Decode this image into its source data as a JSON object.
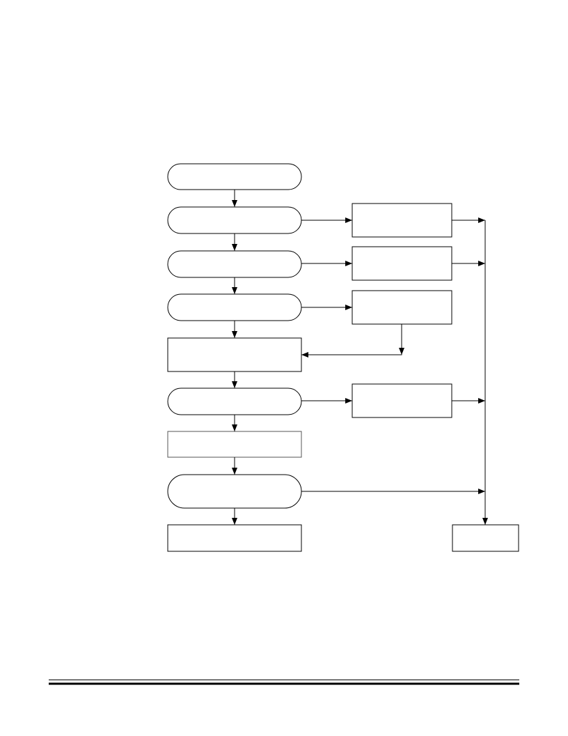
{
  "diagram": {
    "type": "flowchart",
    "main_steps": [
      {
        "id": "step-1",
        "shape": "rounded",
        "label": ""
      },
      {
        "id": "step-2",
        "shape": "rounded",
        "label": ""
      },
      {
        "id": "step-3",
        "shape": "rounded",
        "label": ""
      },
      {
        "id": "step-4",
        "shape": "rounded",
        "label": ""
      },
      {
        "id": "step-5",
        "shape": "rectangle",
        "label": ""
      },
      {
        "id": "step-6",
        "shape": "rounded",
        "label": ""
      },
      {
        "id": "step-7",
        "shape": "rectangle",
        "label": ""
      },
      {
        "id": "step-8",
        "shape": "rounded",
        "label": ""
      },
      {
        "id": "step-9",
        "shape": "rectangle",
        "label": ""
      }
    ],
    "side_boxes": [
      {
        "id": "side-1",
        "label": ""
      },
      {
        "id": "side-2",
        "label": ""
      },
      {
        "id": "side-3",
        "label": ""
      },
      {
        "id": "side-4",
        "label": ""
      }
    ],
    "terminal_box": {
      "id": "terminal",
      "label": ""
    },
    "edges": [
      {
        "from": "step-1",
        "to": "step-2"
      },
      {
        "from": "step-2",
        "to": "step-3"
      },
      {
        "from": "step-3",
        "to": "step-4"
      },
      {
        "from": "step-4",
        "to": "step-5"
      },
      {
        "from": "step-5",
        "to": "step-6"
      },
      {
        "from": "step-6",
        "to": "step-7"
      },
      {
        "from": "step-7",
        "to": "step-8"
      },
      {
        "from": "step-8",
        "to": "step-9"
      },
      {
        "from": "step-2",
        "to": "side-1"
      },
      {
        "from": "step-3",
        "to": "side-2"
      },
      {
        "from": "step-4",
        "to": "side-3"
      },
      {
        "from": "step-6",
        "to": "side-4"
      },
      {
        "from": "side-3",
        "to": "step-5"
      },
      {
        "from": "side-1",
        "to": "terminal"
      },
      {
        "from": "side-2",
        "to": "terminal"
      },
      {
        "from": "side-4",
        "to": "terminal"
      },
      {
        "from": "step-8",
        "to": "terminal"
      }
    ]
  }
}
